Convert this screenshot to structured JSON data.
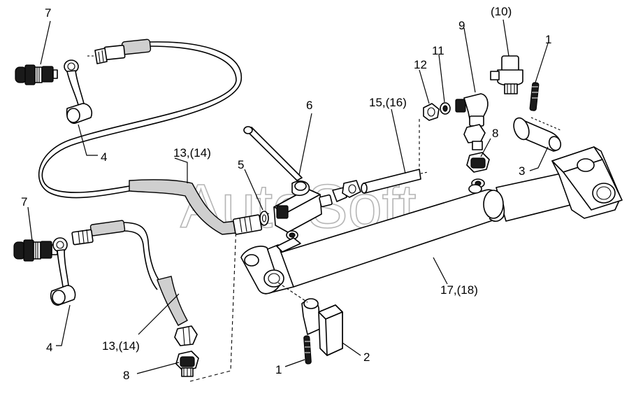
{
  "watermark": "AutoSoft",
  "callouts": {
    "c7a": "7",
    "c4a": "4",
    "c13a": "13,(14)",
    "c5": "5",
    "c6": "6",
    "c15": "15,(16)",
    "c12": "12",
    "c11": "11",
    "c9": "9",
    "c10": "(10)",
    "c1a": "1",
    "c8a": "8",
    "c3": "3",
    "c7b": "7",
    "c4b": "4",
    "c13b": "13,(14)",
    "c8b": "8",
    "c17": "17,(18)",
    "c1b": "1",
    "c2": "2"
  }
}
